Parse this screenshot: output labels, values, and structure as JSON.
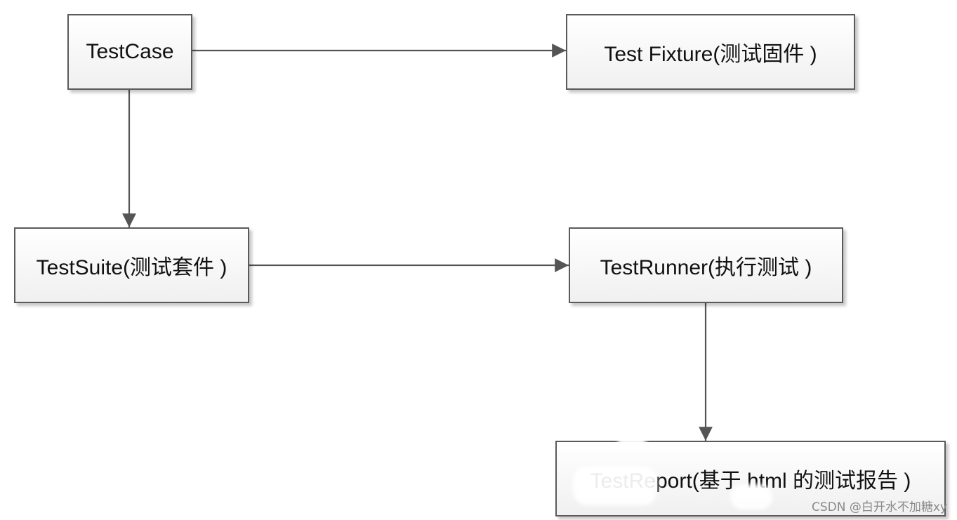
{
  "nodes": {
    "testcase": "TestCase",
    "fixture": "Test Fixture(测试固件 )",
    "suite": "TestSuite(测试套件 )",
    "runner": "TestRunner(执行测试 )",
    "report": "TestReport(基于 html 的测试报告 )"
  },
  "edges": [
    {
      "from": "testcase",
      "to": "fixture"
    },
    {
      "from": "testcase",
      "to": "suite"
    },
    {
      "from": "suite",
      "to": "runner"
    },
    {
      "from": "runner",
      "to": "report"
    }
  ],
  "watermark": "CSDN @白开水不加糖xy",
  "colors": {
    "line": "#555555",
    "border": "#5a5a5a",
    "text": "#111111",
    "watermark": "#8a8a8a"
  }
}
